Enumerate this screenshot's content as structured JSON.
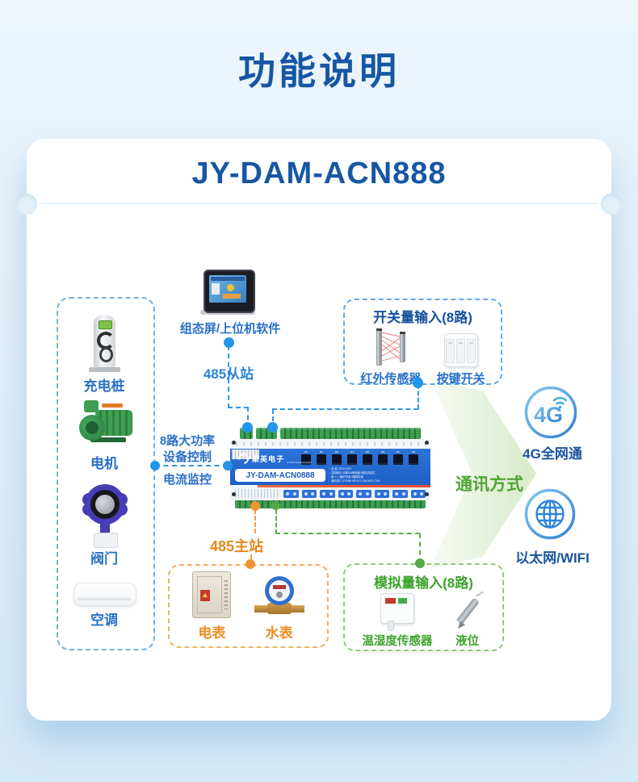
{
  "page": {
    "title": "功能说明"
  },
  "card": {
    "title": "JY-DAM-ACN888"
  },
  "left_panel": {
    "items": [
      {
        "label": "充电桩",
        "icon": "ev-charger-icon"
      },
      {
        "label": "电机",
        "icon": "motor-icon"
      },
      {
        "label": "阀门",
        "icon": "valve-icon"
      },
      {
        "label": "空调",
        "icon": "air-conditioner-icon"
      }
    ]
  },
  "hmi": {
    "label": "组态屏/上位机软件",
    "link_label": "485从站"
  },
  "digital_box": {
    "title": "开关量输入(8路)",
    "items": [
      {
        "label": "红外传感器",
        "icon": "infrared-sensor-icon"
      },
      {
        "label": "按键开关",
        "icon": "push-switch-icon"
      }
    ]
  },
  "control_link": {
    "lines": [
      "8路大功率",
      "设备控制",
      "电流监控"
    ]
  },
  "device": {
    "brand": "聚英电子",
    "brand_sub": "JUYING ELECTRONIC",
    "model": "JY-DAM-ACN0888",
    "k_labels": [
      "K1",
      "K2",
      "K3",
      "K4",
      "K5",
      "K6",
      "K7",
      "K8"
    ],
    "specs": [
      "电 源 | DC12-30V",
      "控制输出 | 8路30A继电器 8路电流监控",
      "输 入 | 8路开关量 8路模拟量",
      "通讯接口 | RS485 NB 4G LORA WIFI CAN"
    ]
  },
  "master_link": {
    "label": "485主站"
  },
  "meter_box": {
    "items": [
      {
        "label": "电表",
        "icon": "electric-meter-icon"
      },
      {
        "label": "水表",
        "icon": "water-meter-icon"
      }
    ]
  },
  "analog_box": {
    "title": "模拟量输入(8路)",
    "items": [
      {
        "label": "温湿度传感器",
        "icon": "temp-humidity-sensor-icon"
      },
      {
        "label": "液位",
        "icon": "liquid-level-probe-icon"
      }
    ]
  },
  "comm": {
    "label": "通讯方式",
    "items": [
      {
        "badge": "4G",
        "label": "4G全网通",
        "icon": "4g-icon"
      },
      {
        "label": "以太网/WIFI",
        "icon": "globe-icon"
      }
    ]
  },
  "colors": {
    "title_blue": "#1756a4",
    "link_blue": "#2e96e6",
    "label_blue": "#2a70c8",
    "orange": "#ef9433",
    "green": "#55a845",
    "device_blue": "#1e5fc8"
  }
}
